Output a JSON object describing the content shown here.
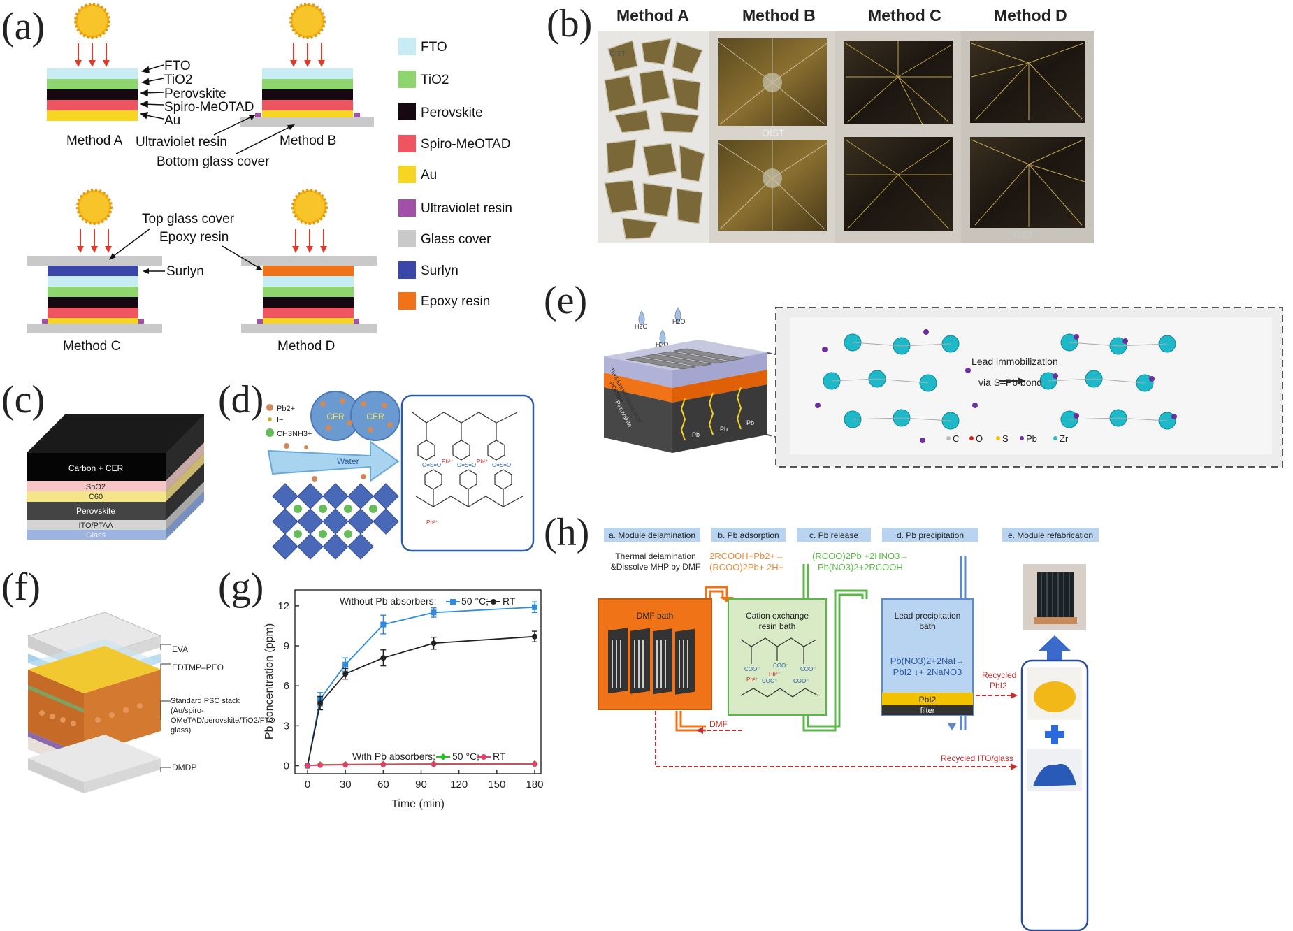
{
  "panels": {
    "a": "(a)",
    "b": "(b)",
    "c": "(c)",
    "d": "(d)",
    "e": "(e)",
    "f": "(f)",
    "g": "(g)",
    "h": "(h)"
  },
  "panel_a": {
    "layer_labels": [
      "FTO",
      "TiO2",
      "Perovskite",
      "Spiro-MeOTAD",
      "Au"
    ],
    "method_a": "Method A",
    "method_b": "Method B",
    "method_c": "Method C",
    "method_d": "Method D",
    "uv_resin": "Ultraviolet resin",
    "bottom_glass": "Bottom glass cover",
    "top_glass": "Top glass cover",
    "epoxy_resin": "Epoxy resin",
    "surlyn": "Surlyn",
    "legend": [
      {
        "label": "FTO",
        "color": "#c8ecf3"
      },
      {
        "label": "TiO2",
        "color": "#8ed46f"
      },
      {
        "label": "Perovskite",
        "color": "#150810"
      },
      {
        "label": "Spiro-MeOTAD",
        "color": "#ef5560"
      },
      {
        "label": "Au",
        "color": "#f7d523"
      },
      {
        "label": "Ultraviolet resin",
        "color": "#a24fa8"
      },
      {
        "label": "Glass cover",
        "color": "#c9c9c9"
      },
      {
        "label": "Surlyn",
        "color": "#3a46a8"
      },
      {
        "label": "Epoxy resin",
        "color": "#f07318"
      }
    ]
  },
  "panel_b": {
    "headers": [
      "Method A",
      "Method B",
      "Method C",
      "Method D"
    ],
    "watermark": "OIST"
  },
  "panel_c": {
    "layers": [
      "Carbon + CER",
      "SnO2",
      "C60",
      "Perovskite",
      "ITO/PTAA",
      "Glass"
    ]
  },
  "panel_d": {
    "legend": [
      "Pb2+",
      "I−",
      "CH3NH3+"
    ],
    "cer": "CER",
    "water": "Water"
  },
  "panel_e": {
    "water": "H2O",
    "stack": [
      "Thiol-functionalized MOF",
      "PC61BM",
      "Perovskite"
    ],
    "pb": "Pb",
    "arrow_top": "Lead immobilization",
    "arrow_bottom": "via S–Pb bond",
    "legend": [
      {
        "label": "C",
        "color": "#bbbbbb"
      },
      {
        "label": "O",
        "color": "#e02020"
      },
      {
        "label": "S",
        "color": "#f2c200"
      },
      {
        "label": "Pb",
        "color": "#6a2fa0"
      },
      {
        "label": "Zr",
        "color": "#1fb8c8"
      }
    ]
  },
  "panel_f": {
    "labels": [
      "EVA",
      "EDTMP–PEO",
      "Standard PSC stack (Au/spiro-OMeTAD/perovskite/TiO2/FTO glass)",
      "DMDP"
    ]
  },
  "panel_g": {
    "legend_top": "Without Pb absorbers:",
    "legend_bottom": "With Pb absorbers:",
    "s50": "50 °C;",
    "rt": "RT"
  },
  "chart_data": {
    "type": "line",
    "xlabel": "Time (min)",
    "ylabel": "Pb concentration (ppm)",
    "xlim": [
      -10,
      185
    ],
    "ylim": [
      -0.6,
      13.2
    ],
    "xticks": [
      0,
      30,
      60,
      90,
      120,
      150,
      180
    ],
    "yticks": [
      0,
      3,
      6,
      9,
      12
    ],
    "series": [
      {
        "name": "50 °C",
        "group": "Without Pb absorbers",
        "color": "#2f8be0",
        "marker": "square",
        "x": [
          0,
          10,
          30,
          60,
          100,
          180
        ],
        "y": [
          0,
          5.0,
          7.6,
          10.6,
          11.5,
          11.9
        ],
        "err": [
          0,
          0.5,
          0.5,
          0.7,
          0.35,
          0.4
        ]
      },
      {
        "name": "RT",
        "group": "Without Pb absorbers",
        "color": "#222222",
        "marker": "circle",
        "x": [
          0,
          10,
          30,
          60,
          100,
          180
        ],
        "y": [
          0,
          4.7,
          6.9,
          8.1,
          9.2,
          9.7
        ],
        "err": [
          0,
          0.5,
          0.4,
          0.6,
          0.45,
          0.4
        ]
      },
      {
        "name": "50 °C",
        "group": "With Pb absorbers",
        "color": "#2bc02b",
        "marker": "diamond",
        "x": [
          0,
          10,
          30,
          60,
          100,
          180
        ],
        "y": [
          0,
          0.08,
          0.1,
          0.12,
          0.14,
          0.15
        ],
        "err": [
          0,
          0,
          0,
          0,
          0,
          0
        ]
      },
      {
        "name": "RT",
        "group": "With Pb absorbers",
        "color": "#e0406a",
        "marker": "circle",
        "x": [
          0,
          10,
          30,
          60,
          100,
          180
        ],
        "y": [
          0,
          0.05,
          0.08,
          0.1,
          0.12,
          0.13
        ],
        "err": [
          0,
          0,
          0,
          0,
          0,
          0
        ]
      }
    ]
  },
  "panel_h": {
    "steps": [
      "a. Module delamination",
      "b. Pb adsorption",
      "c. Pb release",
      "d. Pb precipitation",
      "e. Module refabrication"
    ],
    "step_a_text": [
      "Thermal delamination",
      "&Dissolve MHP by DMF"
    ],
    "step_b_text": [
      "2RCOOH+Pb2+→",
      "(RCOO)2Pb+ 2H+"
    ],
    "step_c_text": [
      "(RCOO)2Pb +2HNO3→",
      "Pb(NO3)2+2RCOOH"
    ],
    "dmf_bath": "DMF bath",
    "cer_bath": [
      "Cation exchange",
      "resin bath"
    ],
    "lead_bath": [
      "Lead precipitation",
      "bath"
    ],
    "lead_reaction": [
      "Pb(NO3)2+2NaI→",
      "PbI2 ↓+ 2NaNO3"
    ],
    "pbi2": "PbI2",
    "filter": "filter",
    "dmf": "DMF",
    "recycled_pbi2": [
      "Recycled",
      "PbI2"
    ],
    "recycled_ito": "Recycled ITO/glass"
  }
}
